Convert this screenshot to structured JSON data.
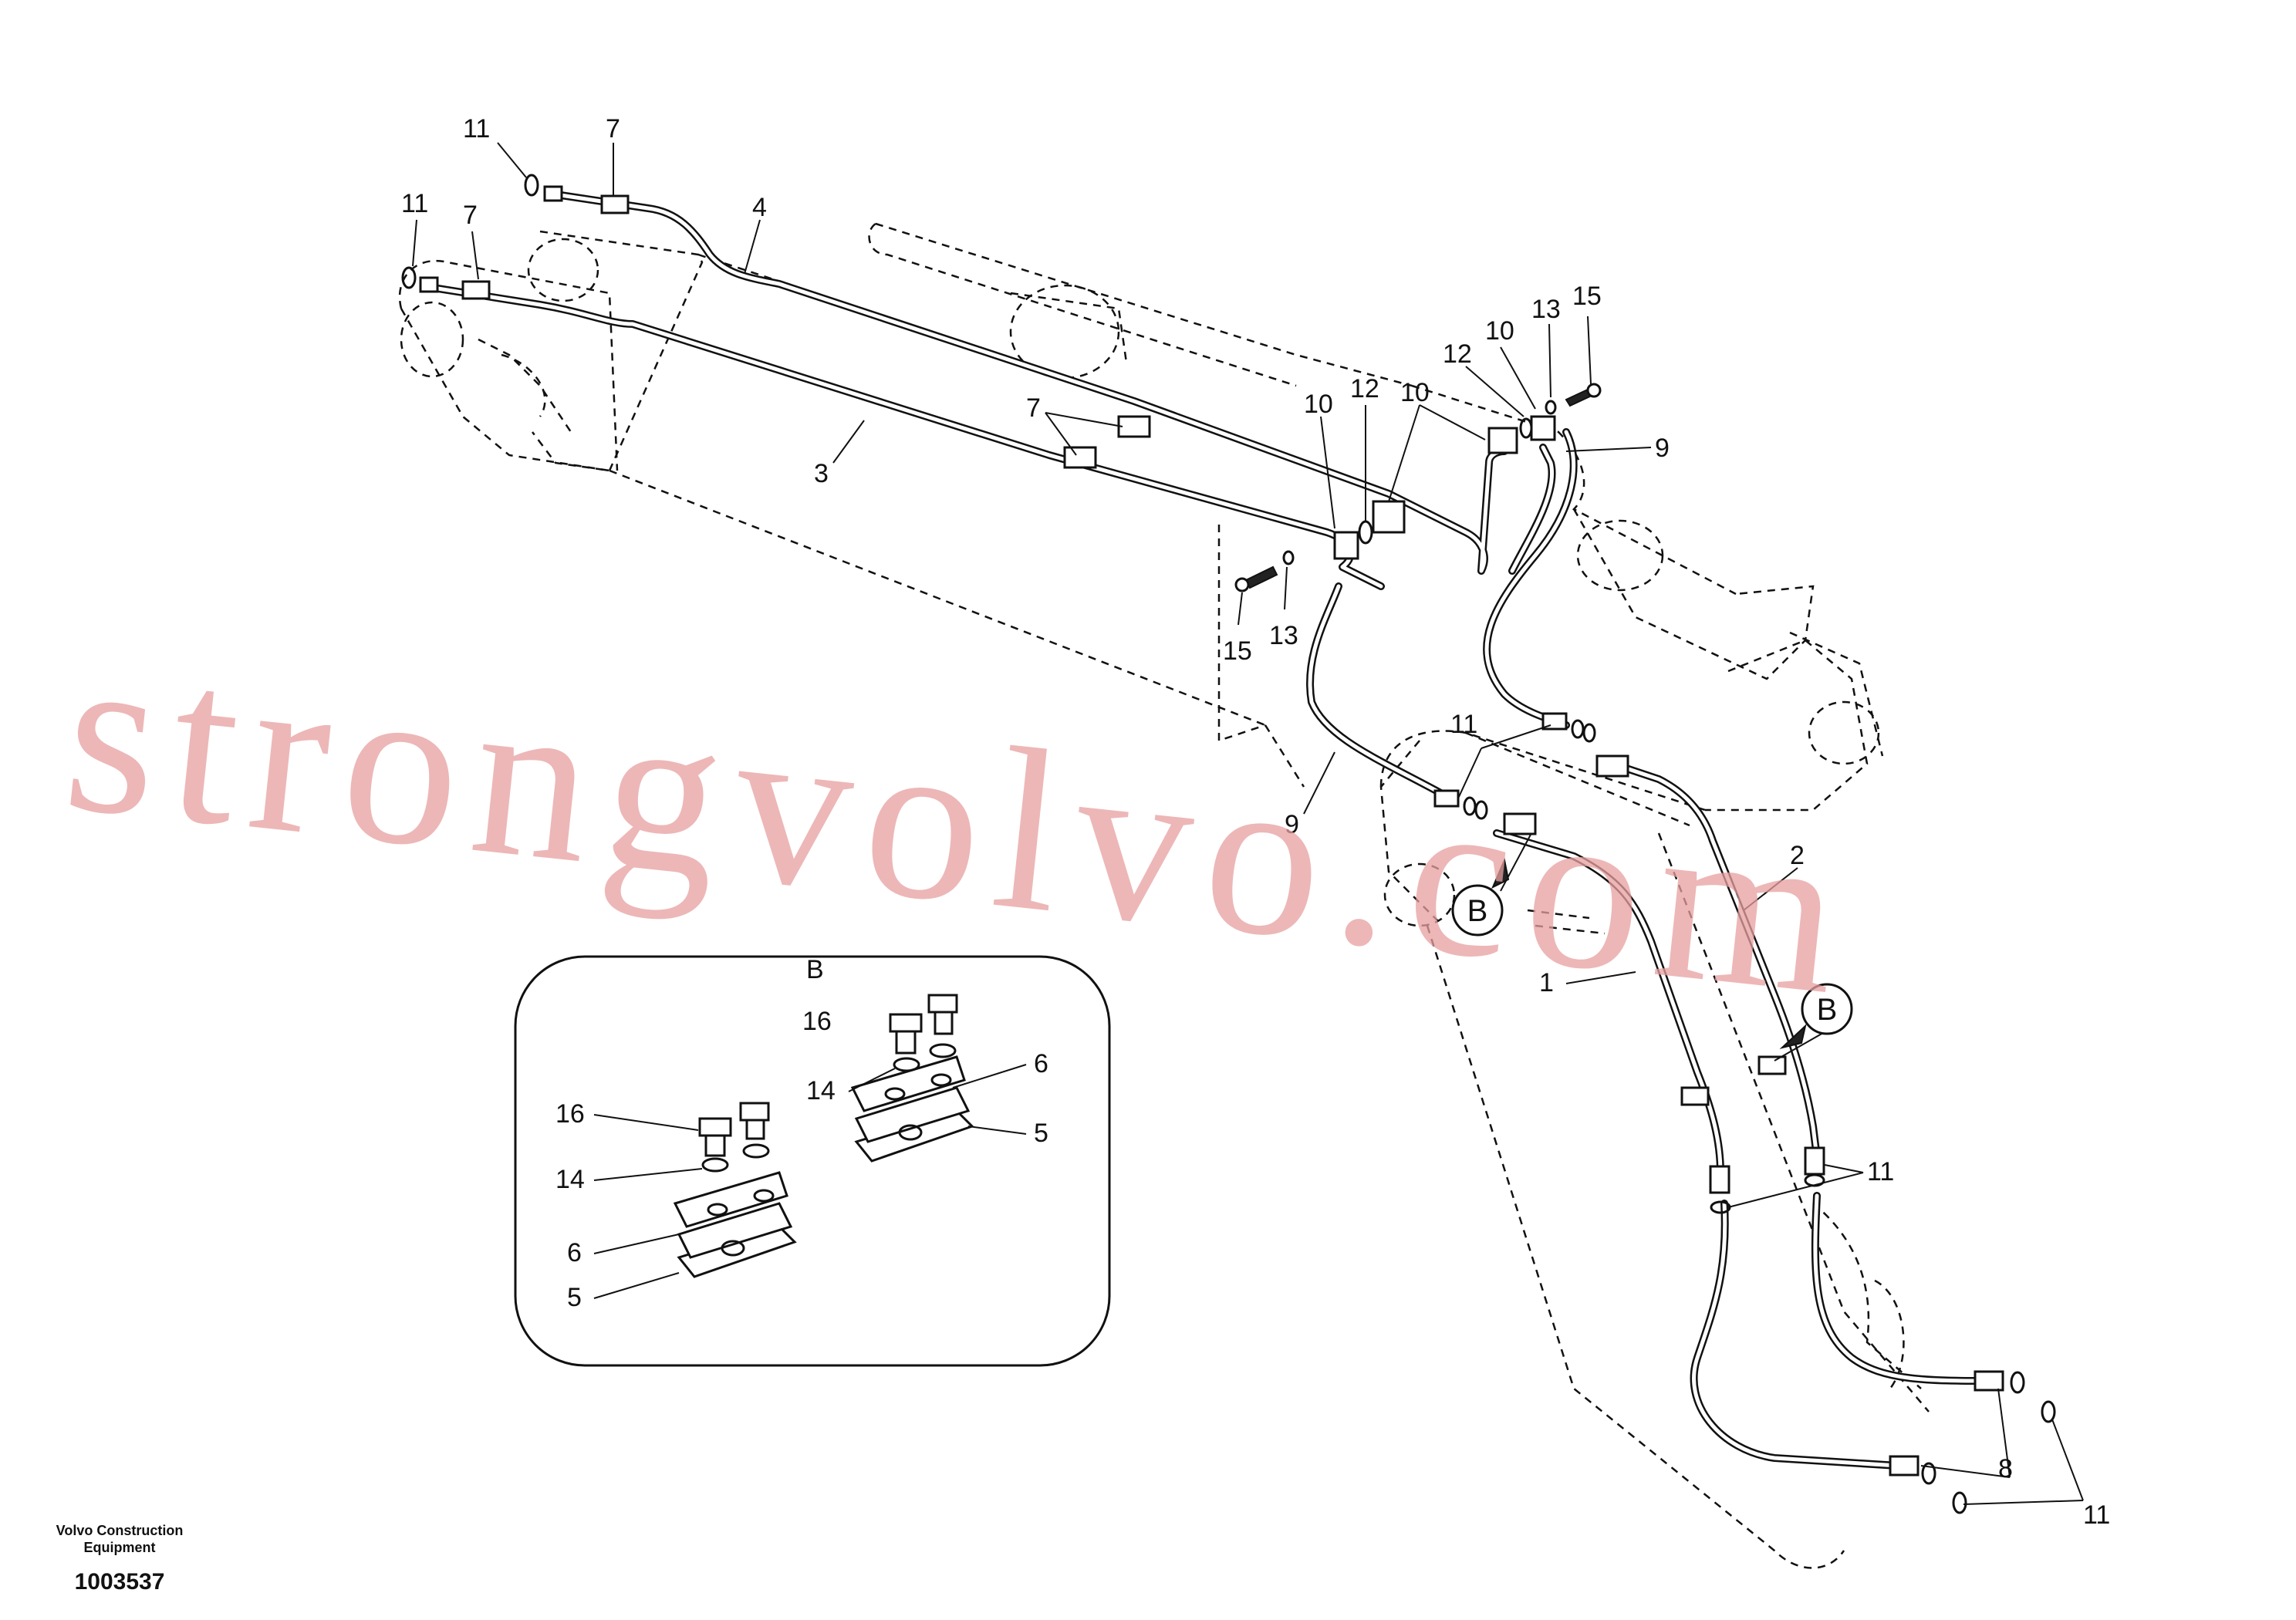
{
  "brand": {
    "line1": "Volvo Construction",
    "line2": "Equipment"
  },
  "document_number": "1003537",
  "watermark": "strongvolvo.com",
  "detail_view": {
    "label": "B",
    "callouts": [
      "16",
      "14",
      "6",
      "5",
      "16",
      "14",
      "6",
      "5"
    ]
  },
  "callouts": {
    "c11_top_a": "11",
    "c7_top_a": "7",
    "c11_top_b": "11",
    "c7_top_b": "7",
    "c4": "4",
    "c3": "3",
    "c7_mid": "7",
    "c10_a": "10",
    "c12_a": "12",
    "c10_b": "10",
    "c12_b": "12",
    "c10_c": "10",
    "c13_a": "13",
    "c15_a": "15",
    "c9_a": "9",
    "c15_b": "15",
    "c13_b": "13",
    "c11_mid": "11",
    "c9_b": "9",
    "c2": "2",
    "c1": "1",
    "c11_low": "11",
    "c8": "8",
    "c11_bottom": "11"
  },
  "view_markers": {
    "b1": "B",
    "b2": "B"
  }
}
